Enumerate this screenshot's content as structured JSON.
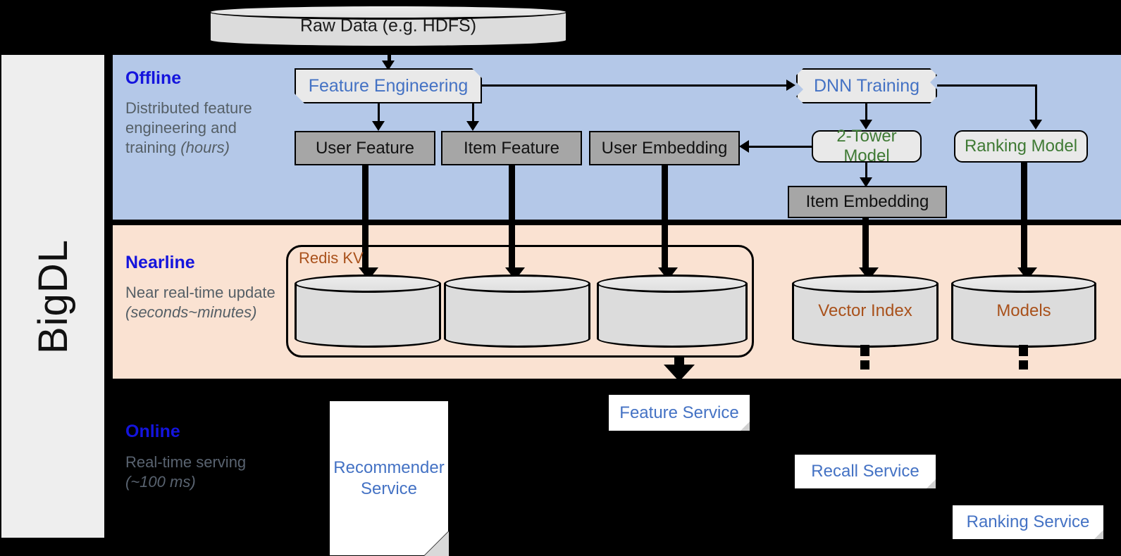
{
  "brand": {
    "name": "BigDL"
  },
  "bands": [
    {
      "id": "offline",
      "title": "Offline",
      "subtitle": "Distributed feature engineering and training (hours)",
      "sub_plain": "Distributed feature engineering and training ",
      "sub_italic": "(hours)",
      "bg": "#b4c8e8"
    },
    {
      "id": "nearline",
      "title": "Nearline",
      "subtitle": "Near real-time update (seconds~minutes)",
      "sub_plain": "Near real-time update ",
      "sub_italic": "(seconds~minutes)",
      "bg": "#fae2d2"
    },
    {
      "id": "online",
      "title": "Online",
      "subtitle": "Real-time serving (~100 ms)",
      "sub_plain": "Real-time serving ",
      "sub_italic": "(~100 ms)",
      "bg": "#000000"
    }
  ],
  "source": {
    "label": "Raw Data (e.g. HDFS)"
  },
  "offline": {
    "feature_engineering": "Feature Engineering",
    "dnn_training": "DNN Training",
    "two_tower_model": "2-Tower Model",
    "ranking_model": "Ranking Model",
    "user_feature": "User Feature",
    "item_feature": "Item Feature",
    "user_embedding": "User Embedding",
    "item_embedding": "Item Embedding"
  },
  "nearline": {
    "redis_kv": "Redis KV",
    "vector_index": "Vector Index",
    "models": "Models",
    "stores": [
      "",
      "",
      ""
    ]
  },
  "online": {
    "recommender_service": "Recommender Service",
    "recommender_service_l1": "Recommender",
    "recommender_service_l2": "Service",
    "feature_service": "Feature Service",
    "recall_service": "Recall Service",
    "ranking_service": "Ranking Service"
  },
  "colors": {
    "band_offline": "#b4c8e8",
    "band_nearline": "#fae2d2",
    "band_online": "#000000",
    "sidebar": "#eeeeee",
    "accent_blue": "#4472c4",
    "title_blue": "#1414dd",
    "accent_green": "#3f7a34",
    "accent_brown": "#a9511b",
    "grey_box": "#a6a6a6",
    "light_box": "#e9e9e9"
  }
}
